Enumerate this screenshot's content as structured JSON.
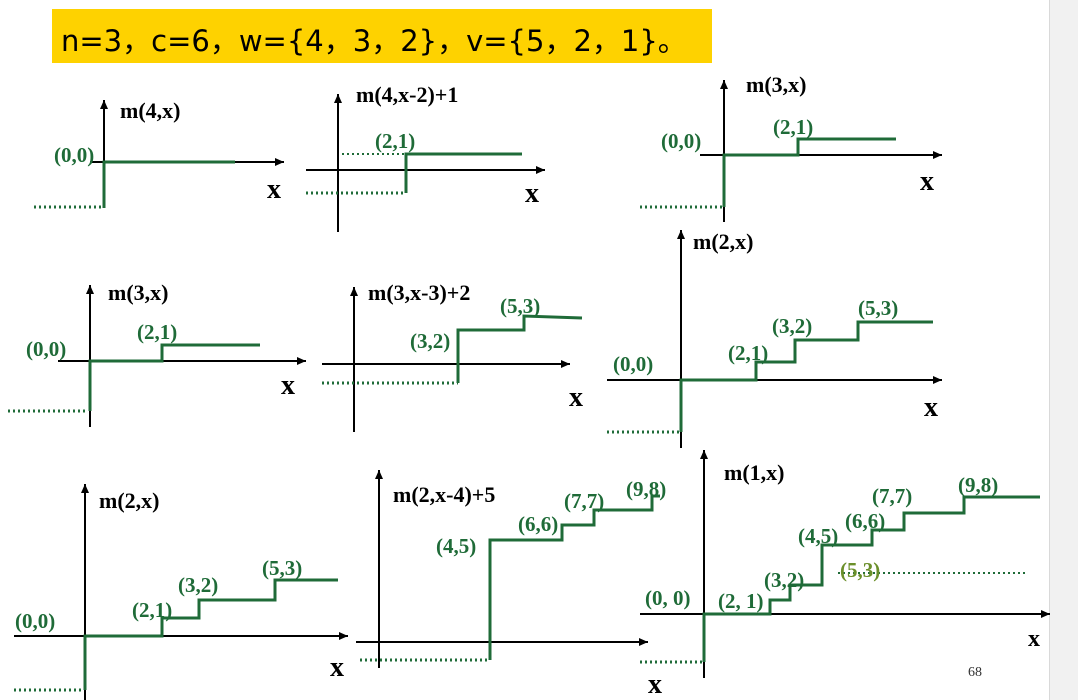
{
  "header": {
    "text": "n=3，c=6，w={4，3，2}，v={5，2，1}。"
  },
  "page_number": "68",
  "colors": {
    "step": "#1f6b38",
    "axis": "#000000",
    "header_bg": "#fed200",
    "label": "#1f6b38"
  },
  "panels": [
    {
      "id": "m4x",
      "title": "m(4,x)",
      "axis_label": "x",
      "points": [
        "(0,0)"
      ]
    },
    {
      "id": "m4x2",
      "title": "m(4,x-2)+1",
      "axis_label": "x",
      "points": [
        "(2,1)"
      ]
    },
    {
      "id": "m3x_top",
      "title": "m(3,x)",
      "axis_label": "x",
      "points": [
        "(0,0)",
        "(2,1)"
      ]
    },
    {
      "id": "m3x_mid",
      "title": "m(3,x)",
      "axis_label": "x",
      "points": [
        "(0,0)",
        "(2,1)"
      ]
    },
    {
      "id": "m3x3",
      "title": "m(3,x-3)+2",
      "axis_label": "x",
      "points": [
        "(3,2)",
        "(5,3)"
      ]
    },
    {
      "id": "m2x_mid",
      "title": "m(2,x)",
      "axis_label": "x",
      "points": [
        "(0,0)",
        "(2,1)",
        "(3,2)",
        "(5,3)"
      ]
    },
    {
      "id": "m2x_bot",
      "title": "m(2,x)",
      "axis_label": "x",
      "points": [
        "(0,0)",
        "(2,1)",
        "(3,2)",
        "(5,3)"
      ]
    },
    {
      "id": "m2x4",
      "title": "m(2,x-4)+5",
      "axis_label": "x",
      "points": [
        "(4,5)",
        "(6,6)",
        "(7,7)",
        "(9,8)"
      ]
    },
    {
      "id": "m1x",
      "title": "m(1,x)",
      "axis_label": "x",
      "points": [
        "(0, 0)",
        "(2, 1)",
        "(3,2)",
        "(4,5)",
        "(5,3)",
        "(6,6)",
        "(7,7)",
        "(9,8)"
      ]
    }
  ]
}
